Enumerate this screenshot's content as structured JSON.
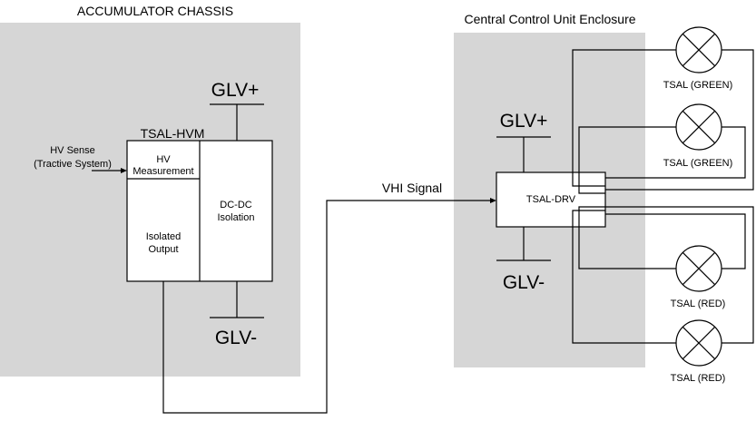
{
  "accumulator": {
    "title": "ACCUMULATOR CHASSIS",
    "hvm_label": "TSAL-HVM",
    "hv_measurement": "HV Measurement",
    "isolated_output": "Isolated Output",
    "dcdc_isolation": "DC-DC Isolation",
    "hv_sense_line1": "HV Sense",
    "hv_sense_line2": "(Tractive System)",
    "glv_plus": "GLV+",
    "glv_minus": "GLV-"
  },
  "signal": {
    "vhi": "VHI Signal"
  },
  "ccu": {
    "title": "Central Control Unit Enclosure",
    "drv": "TSAL-DRV",
    "glv_plus": "GLV+",
    "glv_minus": "GLV-"
  },
  "lamps": [
    {
      "label": "TSAL (GREEN)",
      "color": "green"
    },
    {
      "label": "TSAL (GREEN)",
      "color": "green"
    },
    {
      "label": "TSAL (RED)",
      "color": "red"
    },
    {
      "label": "TSAL (RED)",
      "color": "red"
    }
  ]
}
